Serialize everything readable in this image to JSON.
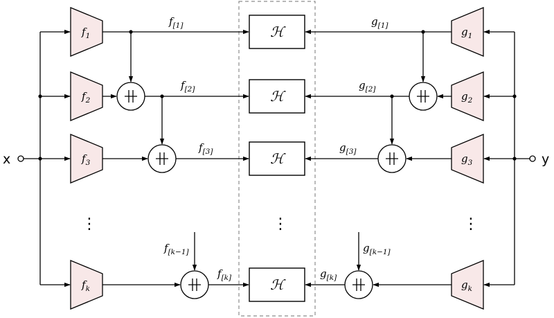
{
  "input_label": "x",
  "output_label": "y",
  "fusion_op_label": "ℋ",
  "ellipsis": "⋮",
  "encoders_f": [
    {
      "base": "f",
      "sub": "1"
    },
    {
      "base": "f",
      "sub": "2"
    },
    {
      "base": "f",
      "sub": "3"
    },
    {
      "base": "f",
      "sub": "k"
    }
  ],
  "encoders_g": [
    {
      "base": "g",
      "sub": "1"
    },
    {
      "base": "g",
      "sub": "2"
    },
    {
      "base": "g",
      "sub": "3"
    },
    {
      "base": "g",
      "sub": "k"
    }
  ],
  "edge_labels_f": [
    {
      "base": "f",
      "sub": "[1]"
    },
    {
      "base": "f",
      "sub": "[2]"
    },
    {
      "base": "f",
      "sub": "[3]"
    },
    {
      "base": "f",
      "sub": "[k]"
    }
  ],
  "edge_labels_g": [
    {
      "base": "g",
      "sub": "[1]"
    },
    {
      "base": "g",
      "sub": "[2]"
    },
    {
      "base": "g",
      "sub": "[3]"
    },
    {
      "base": "g",
      "sub": "[k]"
    }
  ],
  "incoming_f": {
    "base": "f",
    "sub": "[k−1]"
  },
  "incoming_g": {
    "base": "g",
    "sub": "[k−1]"
  }
}
